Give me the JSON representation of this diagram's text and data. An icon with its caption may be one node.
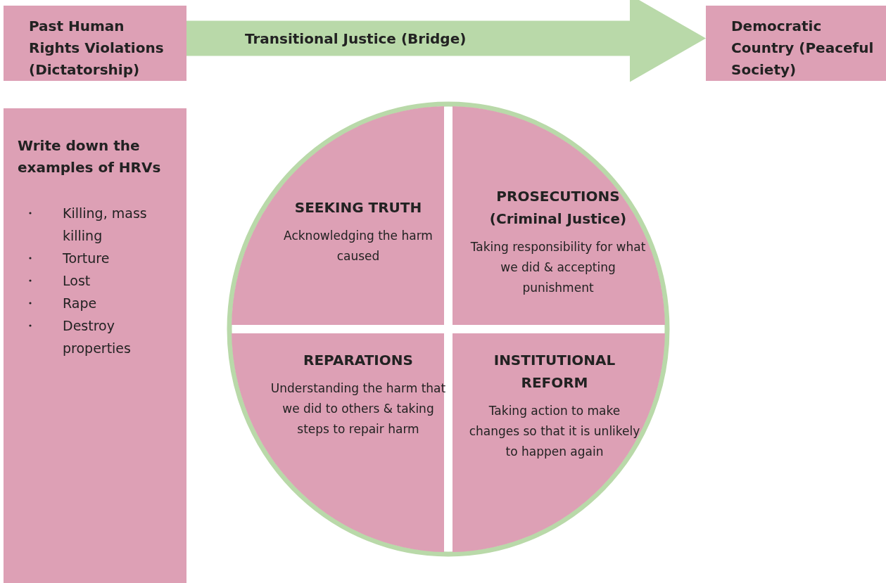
{
  "diagram": {
    "nodes": [
      {
        "text": [
          "Past Human Rights Violations (Dictatorship)"
        ]
      },
      {
        "text": [
          "Democratic Country (Peaceful Society)"
        ]
      },
      {
        "text": [
          "Write down the examples of HRVs",
          "Killing, mass killing",
          "Torture",
          "Lost",
          "Rape",
          "Destroy properties"
        ]
      },
      {
        "text": [],
        "shape": "circle"
      },
      {
        "text": [
          "SEEKING TRUTH",
          "Acknowledging the harm caused"
        ],
        "in": 3
      },
      {
        "text": [
          "PROSECUTIONS (Criminal  Justice)",
          "Taking responsibility for what we did & accepting punishment"
        ],
        "in": 3
      },
      {
        "text": [
          "REPARATIONS",
          "Understanding the harm that we did to others & taking steps to repair harm"
        ],
        "in": 3
      },
      {
        "text": [
          "INSTITUTIONAL REFORM",
          "Taking action to make changes so that it is unlikely to happen again"
        ],
        "in": 3
      }
    ],
    "edges": [
      {
        "from": 0,
        "to": 1,
        "arrow": "to",
        "label": "Transitional Justice (Bridge)"
      }
    ]
  }
}
